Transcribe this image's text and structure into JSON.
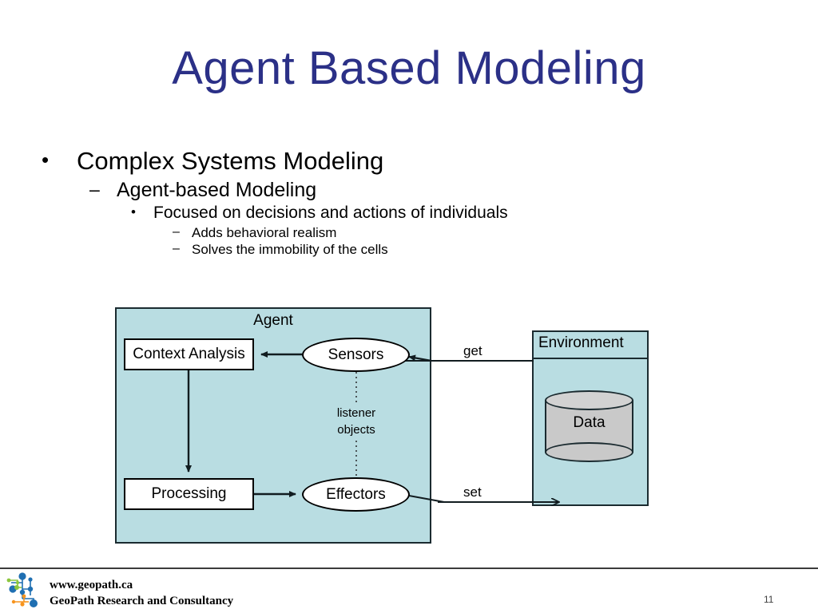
{
  "slide": {
    "title": "Agent Based Modeling",
    "title_color": "#2b3087",
    "page_number": "11"
  },
  "bullets": [
    {
      "level": 1,
      "marker": "•",
      "text": "Complex Systems Modeling"
    },
    {
      "level": 2,
      "marker": "–",
      "text": "Agent-based Modeling"
    },
    {
      "level": 3,
      "marker": "•",
      "text": "Focused on decisions and actions of individuals"
    },
    {
      "level": 4,
      "marker": "–",
      "text": "Adds behavioral realism"
    },
    {
      "level": 4,
      "marker": "–",
      "text": "Solves the immobility of the cells"
    }
  ],
  "diagram": {
    "agent": {
      "label": "Agent",
      "fill": "#b9dde2",
      "stroke": "#1b2b30",
      "nodes": {
        "context_analysis": {
          "label": "Context Analysis",
          "shape": "rectangle"
        },
        "processing": {
          "label": "Processing",
          "shape": "rectangle"
        },
        "sensors": {
          "label": "Sensors",
          "shape": "ellipse"
        },
        "effectors": {
          "label": "Effectors",
          "shape": "ellipse"
        }
      },
      "listener_link": {
        "line1": "listener",
        "line2": "objects",
        "style": "dotted"
      }
    },
    "environment": {
      "label": "Environment",
      "fill": "#b9dde2",
      "stroke": "#1b2b30",
      "data_store": {
        "label": "Data",
        "shape": "cylinder",
        "fill": "#c9c9c9"
      }
    },
    "edges": [
      {
        "label": "get",
        "from": "environment",
        "to": "sensors",
        "direction": "left"
      },
      {
        "label": "set",
        "from": "effectors",
        "to": "environment",
        "direction": "right"
      },
      {
        "label": "",
        "from": "sensors",
        "to": "context_analysis",
        "direction": "left"
      },
      {
        "label": "",
        "from": "context_analysis",
        "to": "processing",
        "direction": "down"
      },
      {
        "label": "",
        "from": "processing",
        "to": "effectors",
        "direction": "right"
      }
    ]
  },
  "footer": {
    "website": "www.geopath.ca",
    "organization": "GeoPath Research and Consultancy",
    "logo_colors": {
      "blue": "#1f6fb2",
      "green": "#8cc63e",
      "orange": "#f7941e"
    }
  }
}
